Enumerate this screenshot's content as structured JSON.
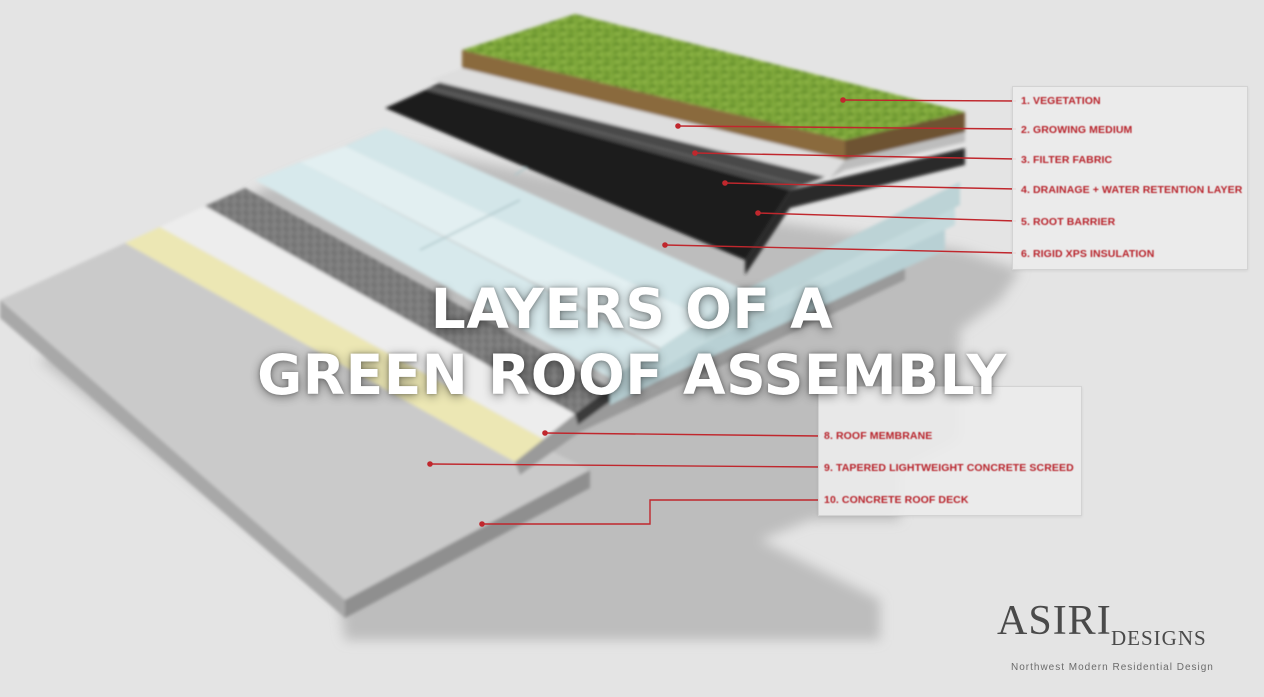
{
  "title": {
    "line1": "LAYERS OF A",
    "line2": "GREEN ROOF ASSEMBLY"
  },
  "layers": [
    {
      "id": "vegetation",
      "label": "1. VEGETATION"
    },
    {
      "id": "growing-medium",
      "label": "2. GROWING MEDIUM"
    },
    {
      "id": "filter-fabric",
      "label": "3. FILTER FABRIC"
    },
    {
      "id": "drainage",
      "label": "4. DRAINAGE + WATER RETENTION LAYER"
    },
    {
      "id": "root-barrier",
      "label": "5. ROOT BARRIER"
    },
    {
      "id": "rigid-xps",
      "label": "6. RIGID XPS INSULATION"
    },
    {
      "id": "roof-membrane",
      "label": "8. ROOF MEMBRANE"
    },
    {
      "id": "concrete-screed",
      "label": "9. TAPERED LIGHTWEIGHT CONCRETE SCREED"
    },
    {
      "id": "concrete-deck",
      "label": "10. CONCRETE ROOF DECK"
    }
  ],
  "logo": {
    "name": "ASIRI",
    "suffix": "DESIGNS",
    "tagline": "Northwest Modern Residential Design"
  },
  "colors": {
    "background": "#e4e4e4",
    "label_red": "#b8232b",
    "leader_red": "#c0272d",
    "vegetation_green": "#7fa83a",
    "growing_medium_brown": "#8a6a3c",
    "root_barrier_black": "#1e1e1e",
    "insulation_blue": "#cfe3e6",
    "membrane_gray": "#6a6a6a",
    "screed_yellow": "#ece7b4",
    "concrete_gray": "#c9c9c9",
    "title_white": "#ffffff"
  }
}
